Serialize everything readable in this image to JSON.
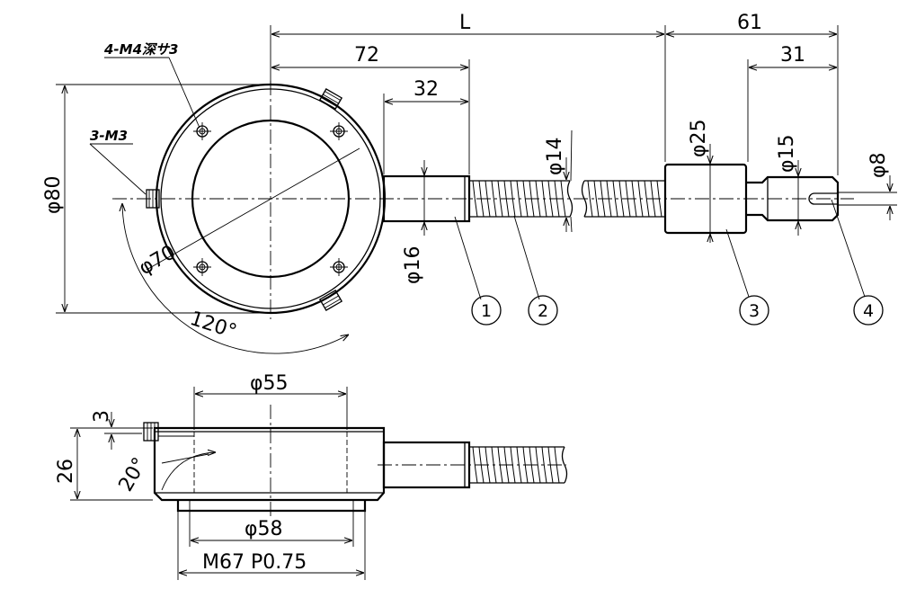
{
  "drawing": {
    "dims": {
      "L": "L",
      "d61": "61",
      "d72": "72",
      "d31": "31",
      "d32": "32",
      "phi80": "φ80",
      "phi70": "φ70",
      "phi14": "φ14",
      "phi16": "φ16",
      "phi25": "φ25",
      "phi15": "φ15",
      "phi8": "φ8",
      "angle120": "120°",
      "phi55": "φ55",
      "phi58": "φ58",
      "d3": "3",
      "d26": "26",
      "angle20": "20°",
      "thread": "M67 P0.75"
    },
    "notes": {
      "holes": "4-M4深サ3",
      "screws": "3-M3"
    },
    "balloons": [
      "1",
      "2",
      "3",
      "4"
    ]
  }
}
